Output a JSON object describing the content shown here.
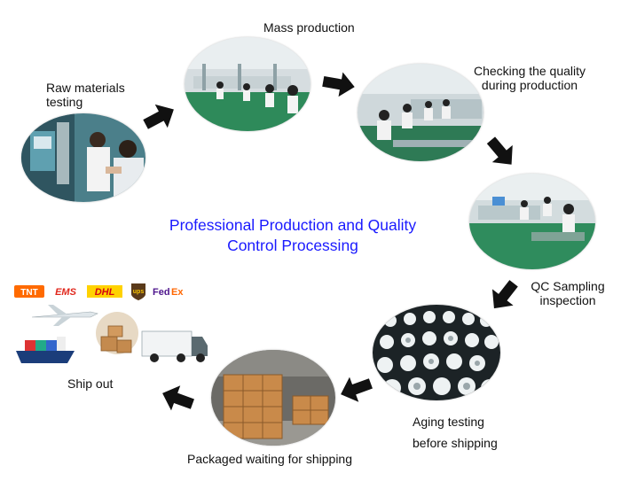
{
  "title": {
    "line1": "Professional Production and Quality",
    "line2": "Control Processing"
  },
  "steps": {
    "raw": {
      "line1": "Raw materials",
      "line2": "testing"
    },
    "mass": {
      "line1": "Mass production"
    },
    "checking": {
      "line1": "Checking the quality",
      "line2": "during production"
    },
    "qc": {
      "line1": "QC Sampling",
      "line2": "inspection"
    },
    "aging": {
      "line1": "Aging testing",
      "line2": "before shipping"
    },
    "packaged": {
      "line1": "Packaged waiting for shipping"
    },
    "ship": {
      "line1": "Ship out"
    }
  },
  "carriers": {
    "tnt": "TNT",
    "ems": "EMS",
    "dhl": "DHL",
    "ups": "ups",
    "fedex_fed": "Fed",
    "fedex_ex": "Ex"
  },
  "colors": {
    "title": "#1a1aff",
    "arrow": "#111111",
    "factory_floor": "#2e8a5a"
  }
}
